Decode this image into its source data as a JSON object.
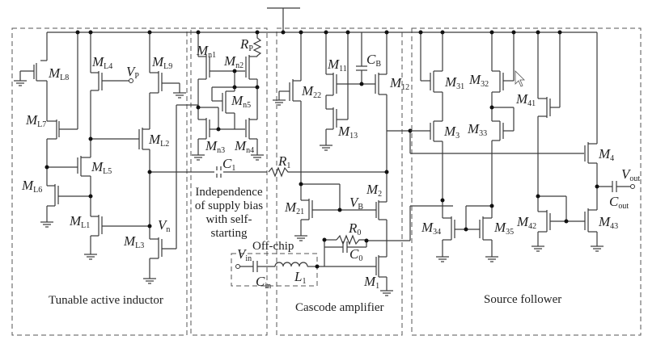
{
  "sections": [
    {
      "id": "tai",
      "caption": "Tunable active inductor"
    },
    {
      "id": "bias",
      "caption_lines": [
        "Independence",
        "of supply bias",
        "with self-",
        "starting"
      ]
    },
    {
      "id": "cascode",
      "caption": "Cascode amplifier"
    },
    {
      "id": "sf",
      "caption": "Source follower"
    }
  ],
  "offchip_label": "Off-chip",
  "labels": {
    "ML8": {
      "m": "M",
      "s": "L8"
    },
    "ML4": {
      "m": "M",
      "s": "L4"
    },
    "ML9": {
      "m": "M",
      "s": "L9"
    },
    "ML7": {
      "m": "M",
      "s": "L7"
    },
    "ML2": {
      "m": "M",
      "s": "L2"
    },
    "ML5": {
      "m": "M",
      "s": "L5"
    },
    "ML6": {
      "m": "M",
      "s": "L6"
    },
    "ML1": {
      "m": "M",
      "s": "L1"
    },
    "ML3": {
      "m": "M",
      "s": "L3"
    },
    "Vp": {
      "m": "V",
      "s": "P"
    },
    "Vn": {
      "m": "V",
      "s": "n"
    },
    "Mn1": {
      "m": "M",
      "s": "n1"
    },
    "Mn2": {
      "m": "M",
      "s": "n2"
    },
    "Mn3": {
      "m": "M",
      "s": "n3"
    },
    "Mn4": {
      "m": "M",
      "s": "n4"
    },
    "Mn5": {
      "m": "M",
      "s": "n5"
    },
    "Rp": {
      "m": "R",
      "s": "P"
    },
    "C1": {
      "m": "C",
      "s": "1"
    },
    "R1": {
      "m": "R",
      "s": "1"
    },
    "M11": {
      "m": "M",
      "s": "11"
    },
    "M12": {
      "m": "M",
      "s": "12"
    },
    "M13": {
      "m": "M",
      "s": "13"
    },
    "M22": {
      "m": "M",
      "s": "22"
    },
    "M21": {
      "m": "M",
      "s": "21"
    },
    "CB": {
      "m": "C",
      "s": "B"
    },
    "M2": {
      "m": "M",
      "s": "2"
    },
    "M1": {
      "m": "M",
      "s": "1"
    },
    "VB": {
      "m": "V",
      "s": "B"
    },
    "R0": {
      "m": "R",
      "s": "0"
    },
    "C0": {
      "m": "C",
      "s": "0"
    },
    "L1": {
      "m": "L",
      "s": "1"
    },
    "Vin": {
      "m": "V",
      "s": "in"
    },
    "Cin": {
      "m": "C",
      "s": "in"
    },
    "M31": {
      "m": "M",
      "s": "31"
    },
    "M32": {
      "m": "M",
      "s": "32"
    },
    "M3": {
      "m": "M",
      "s": "3"
    },
    "M33": {
      "m": "M",
      "s": "33"
    },
    "M41": {
      "m": "M",
      "s": "41"
    },
    "M4": {
      "m": "M",
      "s": "4"
    },
    "M34": {
      "m": "M",
      "s": "34"
    },
    "M35": {
      "m": "M",
      "s": "35"
    },
    "M42": {
      "m": "M",
      "s": "42"
    },
    "M43": {
      "m": "M",
      "s": "43"
    },
    "Vout": {
      "m": "V",
      "s": "out"
    },
    "Cout": {
      "m": "C",
      "s": "out"
    }
  }
}
